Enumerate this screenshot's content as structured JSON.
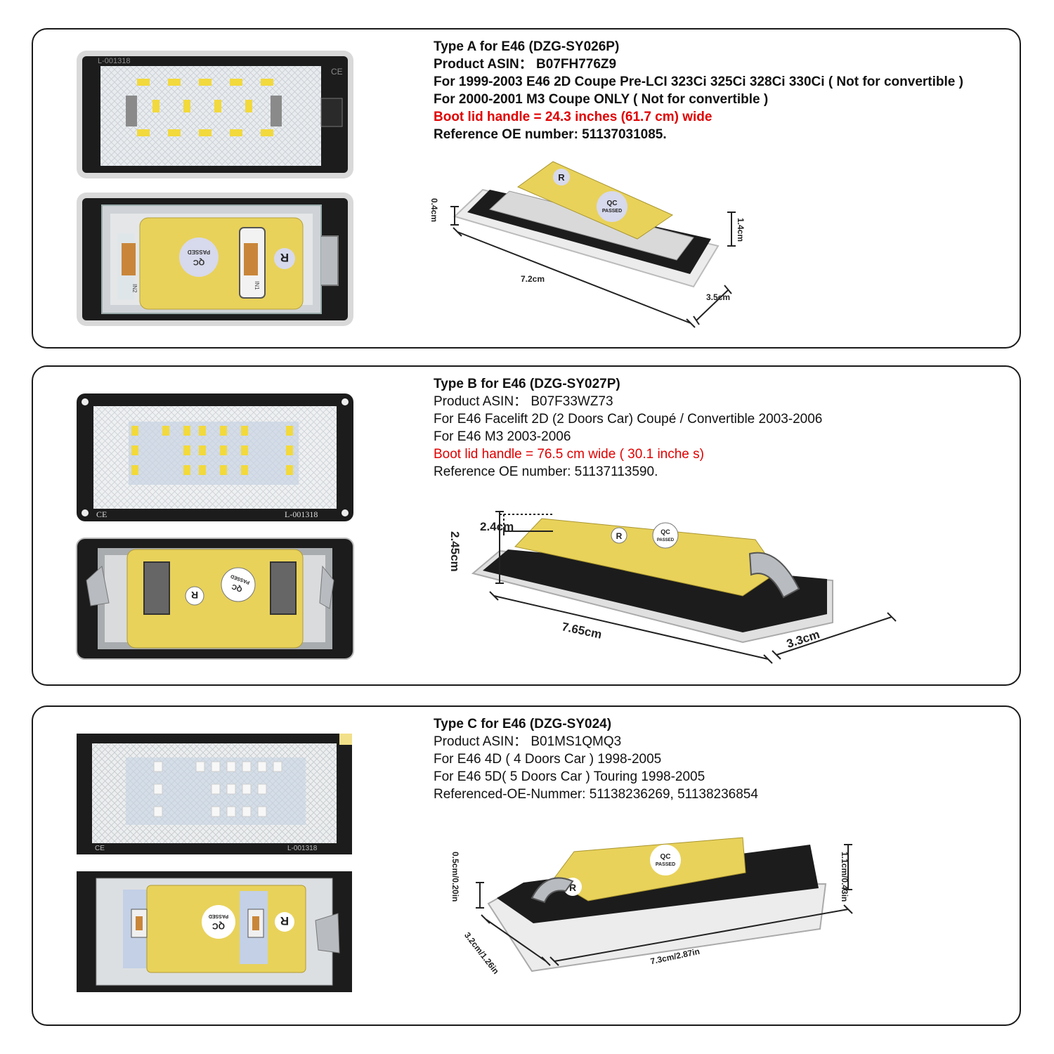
{
  "colors": {
    "accent_red": "#e00000",
    "label_yellow": "#e8d25a",
    "plate_black": "#1c1c1c"
  },
  "panels": [
    {
      "lines": [
        "Type A for E46 (DZG-SY026P)",
        "Product ASIN： B07FH776Z9",
        "For 1999-2003 E46 2D Coupe Pre-LCI 323Ci 325Ci 328Ci 330Ci ( Not for convertible )",
        "For 2000-2001 M3 Coupe ONLY ( Not for convertible )",
        "Boot lid handle = 24.3 inches (61.7 cm) wide",
        "Reference OE number: 51137031085."
      ],
      "front_marks": [
        "L-001318",
        "CE"
      ],
      "back_marks": [
        "R",
        "QC",
        "PASSED",
        "IN2",
        "IN1"
      ],
      "dims": {
        "height": "0.4cm",
        "length": "7.2cm",
        "width": "3.5cm",
        "depth": "1.4cm"
      },
      "diagram_marks": [
        "R",
        "QC",
        "PASSED"
      ]
    },
    {
      "lines": [
        "Type B for E46 (DZG-SY027P)",
        "Product ASIN： B07F33WZ73",
        "For E46 Facelift 2D (2 Doors Car) Coupé / Convertible 2003-2006",
        "For E46 M3 2003-2006",
        "Boot lid handle = 76.5 cm wide ( 30.1 inche s)",
        "Reference OE number: 51137113590."
      ],
      "front_marks": [
        "CE",
        "L-001318"
      ],
      "back_marks": [
        "R",
        "QC",
        "PASSED"
      ],
      "dims": {
        "top": "2.4cm",
        "height": "2.45cm",
        "length": "7.65cm",
        "width": "3.3cm"
      },
      "diagram_marks": [
        "R",
        "QC",
        "PASSED"
      ]
    },
    {
      "lines": [
        "Type C for E46 (DZG-SY024)",
        "Product ASIN： B01MS1QMQ3",
        "For E46 4D ( 4 Doors Car ) 1998-2005",
        "For E46 5D( 5 Doors Car ) Touring 1998-2005",
        "Referenced-OE-Nummer: 51138236269, 51138236854"
      ],
      "front_marks": [
        "CE",
        "L-001318"
      ],
      "back_marks": [
        "QC",
        "PASSED",
        "R"
      ],
      "dims": {
        "left": "0.5cm/0.20in",
        "right": "1.1cm/0.43in",
        "width": "3.2cm/1.26in",
        "length": "7.3cm/2.87in"
      },
      "diagram_marks": [
        "R",
        "QC",
        "PASSED"
      ]
    }
  ]
}
